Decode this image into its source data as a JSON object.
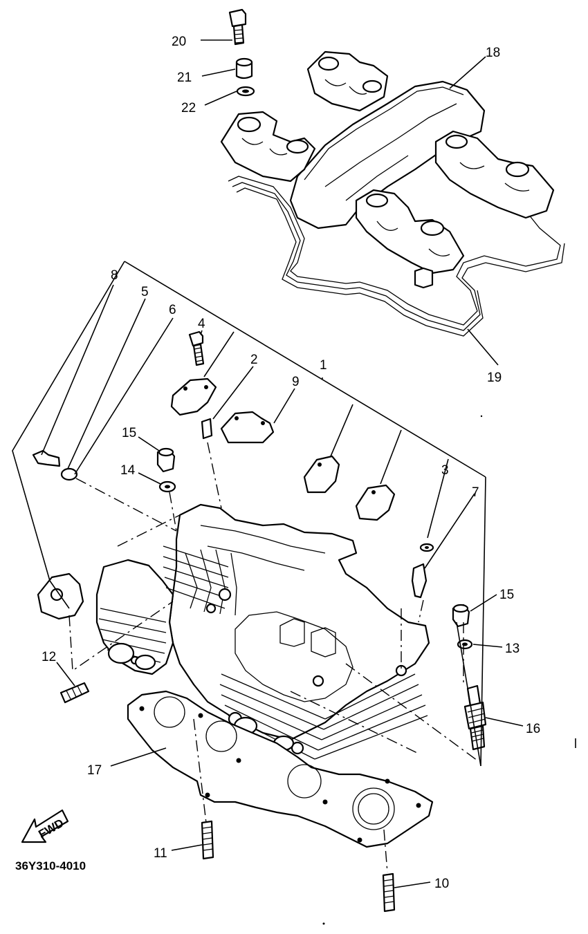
{
  "diagram": {
    "reference_code": "36Y310-4010",
    "fwd_label": "FWD",
    "callouts": {
      "c1": "1",
      "c2": "2",
      "c3": "3",
      "c4": "4",
      "c5": "5",
      "c6": "6",
      "c7": "7",
      "c8": "8",
      "c9": "9",
      "c10": "10",
      "c11": "11",
      "c12": "12",
      "c13": "13",
      "c14": "14",
      "c15a": "15",
      "c15b": "15",
      "c16": "16",
      "c17": "17",
      "c18": "18",
      "c19": "19",
      "c20": "20",
      "c21": "21",
      "c22": "22"
    }
  }
}
